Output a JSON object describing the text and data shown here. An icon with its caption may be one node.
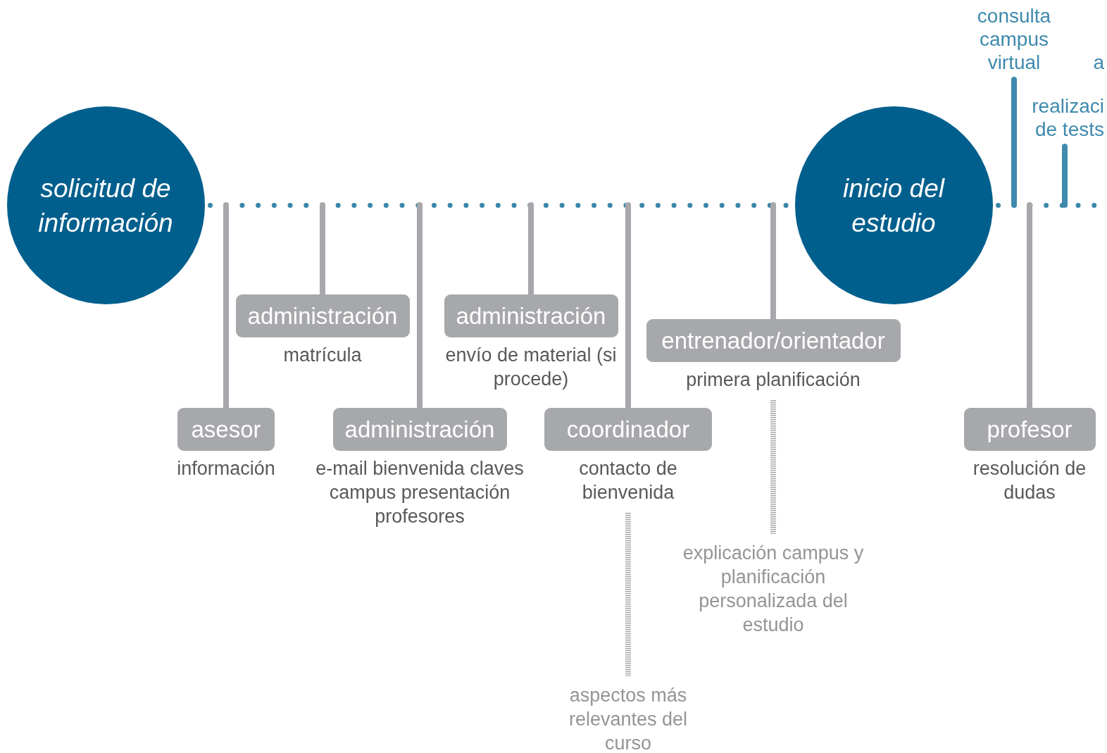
{
  "diagram": {
    "nodes": [
      {
        "text": [
          "solicitud de información"
        ]
      },
      {
        "text": [
          "inicio del estudio"
        ]
      },
      {
        "text": [
          "asesor"
        ],
        "beside": [
          "información"
        ]
      },
      {
        "text": [
          "administración"
        ],
        "beside": [
          "matrícula"
        ]
      },
      {
        "text": [
          "administración"
        ],
        "beside": [
          "e-mail bienvenida claves campus presentación profesores"
        ]
      },
      {
        "text": [
          "administración"
        ],
        "beside": [
          "envío de material (si procede)"
        ]
      },
      {
        "text": [
          "coordinador"
        ],
        "beside": [
          "contacto de bienvenida"
        ]
      },
      {
        "text": [
          "aspectos más relevantes del curso"
        ]
      },
      {
        "text": [
          "entrenador/orientador"
        ],
        "beside": [
          "primera planificación"
        ]
      },
      {
        "text": [
          "explicación campus y planificación personalizada del estudio"
        ]
      },
      {
        "text": [
          "consulta campus virtual"
        ]
      },
      {
        "text": [
          "realizaci de tests"
        ]
      },
      {
        "text": [
          "a"
        ]
      },
      {
        "text": [
          "profesor"
        ],
        "beside": [
          "resolución de dudas"
        ]
      }
    ],
    "edges": [
      {
        "from": 0,
        "to": 1,
        "arrow": "none",
        "style": "dashed",
        "color": "#3a86aa"
      },
      {
        "from": 1,
        "to": null,
        "arrow": "none",
        "style": "dashed",
        "color": "#3a86aa"
      },
      {
        "from": null,
        "to": 2,
        "arrow": "none"
      },
      {
        "from": null,
        "to": 3,
        "arrow": "none"
      },
      {
        "from": null,
        "to": 4,
        "arrow": "none"
      },
      {
        "from": null,
        "to": 5,
        "arrow": "none"
      },
      {
        "from": null,
        "to": 6,
        "arrow": "none"
      },
      {
        "from": null,
        "to": 8,
        "arrow": "none"
      },
      {
        "from": null,
        "to": 13,
        "arrow": "none"
      },
      {
        "from": 6,
        "to": 7,
        "arrow": "none",
        "style": "dashed"
      },
      {
        "from": 8,
        "to": 9,
        "arrow": "none",
        "style": "dashed"
      },
      {
        "from": 10,
        "to": null,
        "arrow": "none",
        "color": "#3f8aad"
      },
      {
        "from": 11,
        "to": null,
        "arrow": "none",
        "color": "#3f8aad"
      }
    ]
  }
}
